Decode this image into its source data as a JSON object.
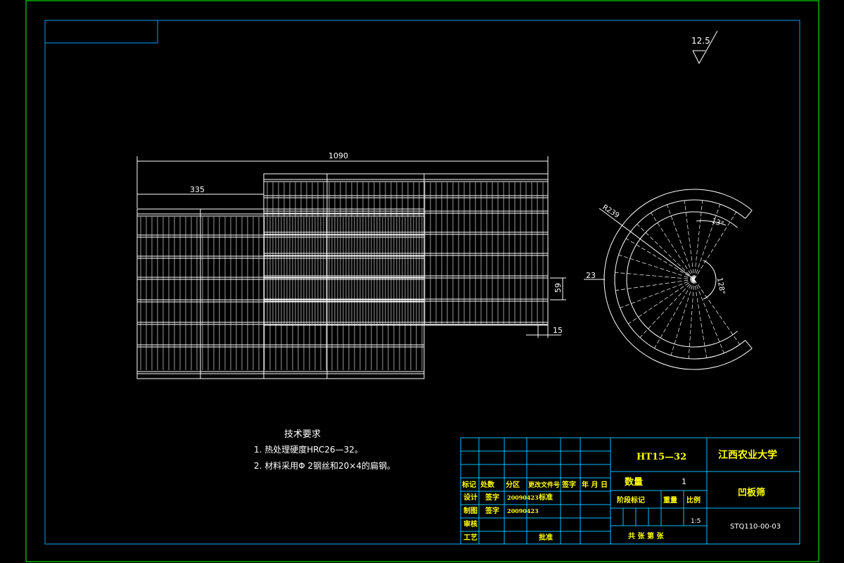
{
  "drawing": {
    "roughness": "12.5",
    "dims": {
      "overall_length": "1090",
      "step_length": "335",
      "pitch": "59",
      "gap": "15",
      "radius": "R239",
      "rim_width": "23",
      "angle_small": "13°",
      "angle_large": "128°"
    },
    "tech_req": {
      "title": "技术要求",
      "items": [
        "1. 热处理硬度HRC26—32。",
        "2. 材料采用Φ 2钢丝和20×4的扁钢。"
      ]
    }
  },
  "title_block": {
    "material": "HT15—32",
    "school": "江西农业大学",
    "part_name": "凹板筛",
    "drawing_no": "STQ110-00-03",
    "quantity_label": "数量",
    "quantity": "1",
    "stage_label": "阶段标记",
    "weight_label": "重量",
    "scale_label": "比例",
    "scale": "1:5",
    "sheet_text": "共  张  第  张",
    "header_row": [
      "标记",
      "处数",
      "分区",
      "更改文件号",
      "签字",
      "年 月 日"
    ],
    "rows": [
      {
        "label": "设计",
        "sign": "签字",
        "date": "20090423",
        "extra": "标准"
      },
      {
        "label": "制图",
        "sign": "签字",
        "date": "20090423",
        "extra": ""
      },
      {
        "label": "审核",
        "sign": "",
        "date": "",
        "extra": ""
      },
      {
        "label": "工艺",
        "sign": "",
        "date": "",
        "extra": "批准"
      }
    ]
  },
  "colors": {
    "frame": "#00ff00",
    "border": "#00a0ff",
    "lines": "#ffffff",
    "table": "#00c0ff",
    "text": "#ffff00"
  }
}
